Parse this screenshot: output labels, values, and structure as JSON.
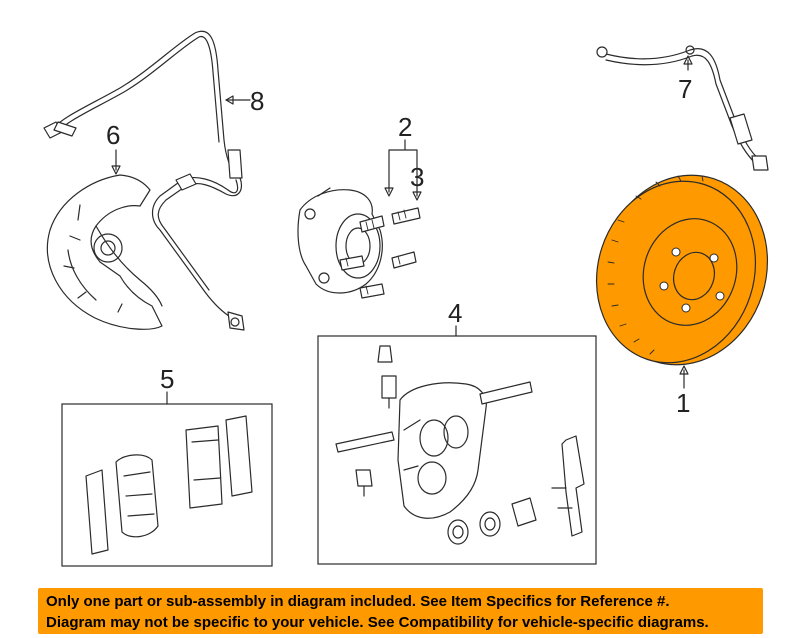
{
  "callouts": {
    "c1": "1",
    "c2": "2",
    "c3": "3",
    "c4": "4",
    "c5": "5",
    "c6": "6",
    "c7": "7",
    "c8": "8"
  },
  "colors": {
    "highlight_part": "#ff9900",
    "banner_background": "#ff9900",
    "line_art": "#2b2b2b"
  },
  "banner": {
    "line1": "Only one part or sub-assembly in diagram included. See Item Specifics for Reference #.",
    "line2": "Diagram may not be specific to your vehicle. See Compatibility for vehicle-specific diagrams."
  }
}
